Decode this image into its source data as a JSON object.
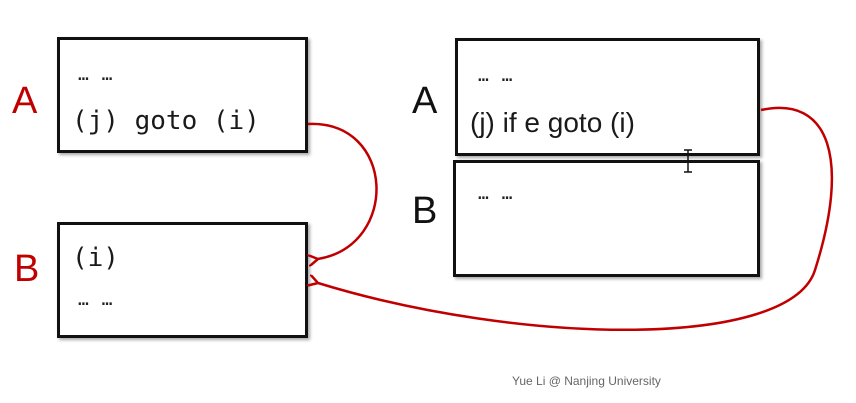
{
  "left": {
    "label_a": "A",
    "label_b": "B",
    "block_a": {
      "line1": "… …",
      "line2": "(j) goto (i)"
    },
    "block_b": {
      "line1": "(i)",
      "line2": "… …"
    }
  },
  "right": {
    "label_a": "A",
    "label_b": "B",
    "block_a": {
      "line1": "… …",
      "line2": "(j) if e goto (i)"
    },
    "block_b": {
      "line1": "… …"
    }
  },
  "watermark": "Yue Li @ Nanjing University",
  "colors": {
    "arrow": "#c00000",
    "label": "#c00000"
  }
}
